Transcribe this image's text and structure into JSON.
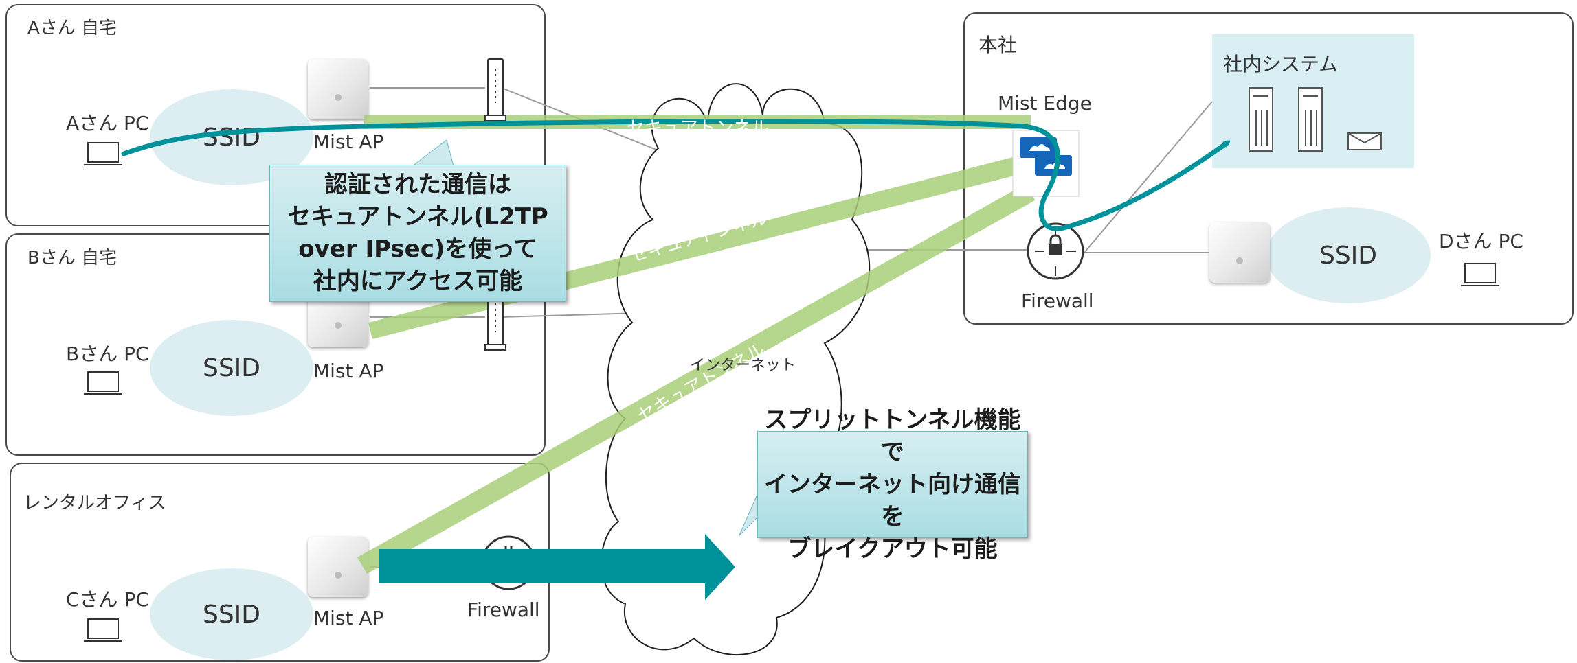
{
  "sites": {
    "home_a": {
      "title": "Aさん 自宅",
      "pc": "Aさん PC",
      "ssid": "SSID",
      "ap": "Mist AP"
    },
    "home_b": {
      "title": "Bさん 自宅",
      "pc": "Bさん PC",
      "ssid": "SSID",
      "ap": "Mist AP"
    },
    "rental": {
      "title": "レンタルオフィス",
      "pc": "Cさん PC",
      "ssid": "SSID",
      "ap": "Mist AP",
      "firewall": "Firewall"
    },
    "hq": {
      "title": "本社",
      "edge": "Mist Edge",
      "firewall": "Firewall",
      "system": "社内システム",
      "pc": "Dさん PC",
      "ssid": "SSID"
    }
  },
  "tunnels": {
    "a": "セキュアトンネル",
    "b": "セキュアトンネル",
    "c": "セキュアトンネル"
  },
  "internet": "インターネット",
  "callouts": {
    "auth": [
      "認証された通信は",
      "セキュアトンネル(L2TP",
      "over IPsec)を使って",
      "社内にアクセス可能"
    ],
    "split": [
      "スプリットトンネル機能で",
      "インターネット向け通信を",
      "ブレイクアウト可能"
    ]
  },
  "colors": {
    "tunnel": "#a9cf7a",
    "teal": "#00929b",
    "ssid": "#ddeef3",
    "edge_blue": "#1565b8"
  }
}
